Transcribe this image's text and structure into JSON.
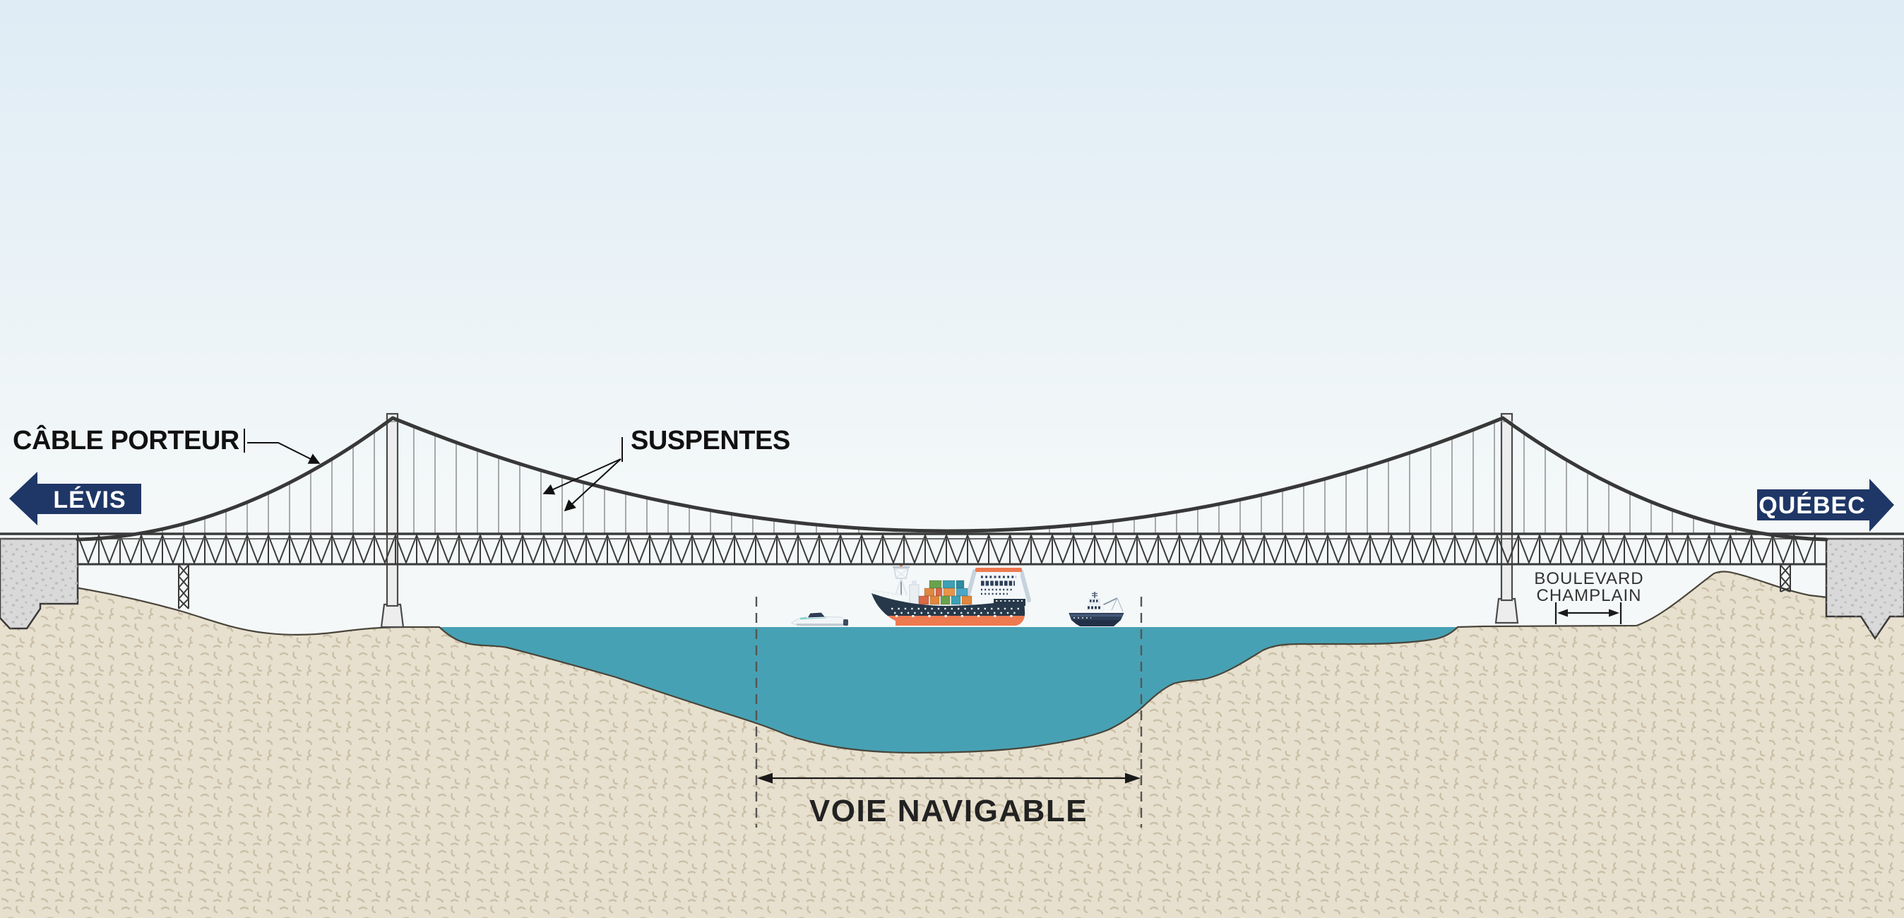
{
  "diagram": {
    "region_signs": {
      "left": "LÉVIS",
      "right": "QUÉBEC"
    },
    "labels": {
      "cable_porteur": "CÂBLE PORTEUR",
      "suspentes": "SUSPENTES",
      "voie_navigable": "VOIE NAVIGABLE",
      "boulevard_champlain_line1": "BOULEVARD",
      "boulevard_champlain_line2": "CHAMPLAIN"
    },
    "colors": {
      "sky_top": "#dfecf5",
      "sky_bottom": "#f4f8f9",
      "water": "#47a1b4",
      "sand": "#e7e0ce",
      "sand_speckle": "#cbbfa7",
      "concrete": "#d9d9d9",
      "concrete_speckle": "#bcbcbc",
      "steel": "#3a3a3a",
      "suspender": "#9a9a9a",
      "tower_fill": "#ededed",
      "sign_navy": "#1f3766",
      "label_text": "#111111",
      "ship_hull": "#263849",
      "ship_coral": "#ee7a50"
    }
  }
}
